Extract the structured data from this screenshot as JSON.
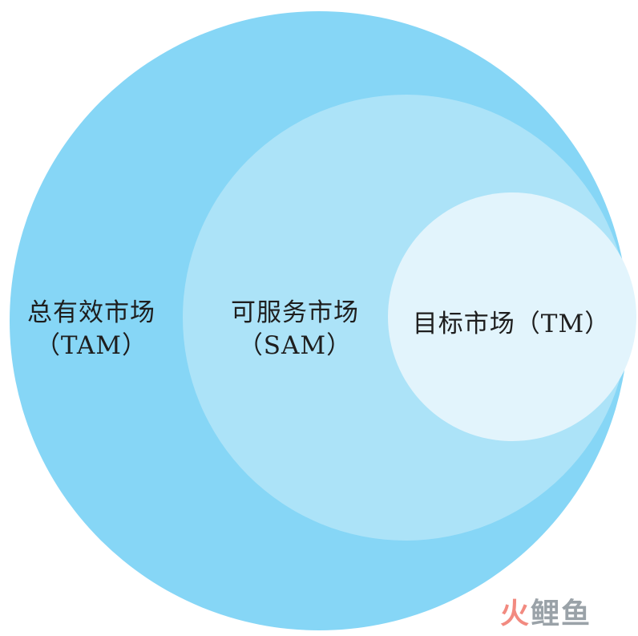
{
  "colors": {
    "tam_fill": "#86d6f6",
    "sam_fill": "#ace3f8",
    "tm_fill": "#e2f4fc",
    "label_text": "#1e1e1e",
    "watermark_accent": "#f28a80",
    "watermark_gray": "#9aa2a8"
  },
  "tam": {
    "name": "总有效市场",
    "abbr": "（TAM）"
  },
  "sam": {
    "name": "可服务市场",
    "abbr": "（SAM）"
  },
  "tm": {
    "label": "目标市场（TM）"
  },
  "watermark": {
    "first": "火",
    "rest": "鲤鱼"
  }
}
